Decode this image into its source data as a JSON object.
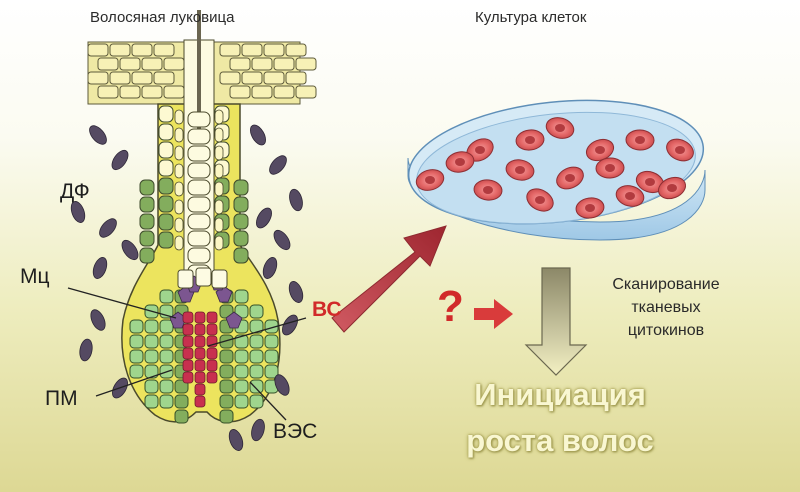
{
  "titles": {
    "bulb": "Волосяная луковица",
    "culture": "Культура клеток"
  },
  "labels": {
    "df": "ДФ",
    "mc": "Мц",
    "pm": "ПМ",
    "ves": "ВЭС",
    "bs": "ВС"
  },
  "question": {
    "mark": "?",
    "arrow_icon": "right-arrow-icon"
  },
  "scan": {
    "line1": "Сканирование",
    "line2": "тканевых",
    "line3": "цитокинов"
  },
  "initiation": {
    "line1": "Инициация",
    "line2": "роста волос"
  },
  "colors": {
    "dermal_cell": "#554a62",
    "hair_shaft": "#fbf8d6",
    "green_cell": "#83ad5d",
    "bright_green_cell": "#9fd58d",
    "melanocyte": "#7c5690",
    "papilla_cell": "#c8304f",
    "culture_cell": "#e16262",
    "dish": "#bcd9ef",
    "red_arrow": "#cc3f46",
    "yellow_arrow": "#f3efb8"
  }
}
